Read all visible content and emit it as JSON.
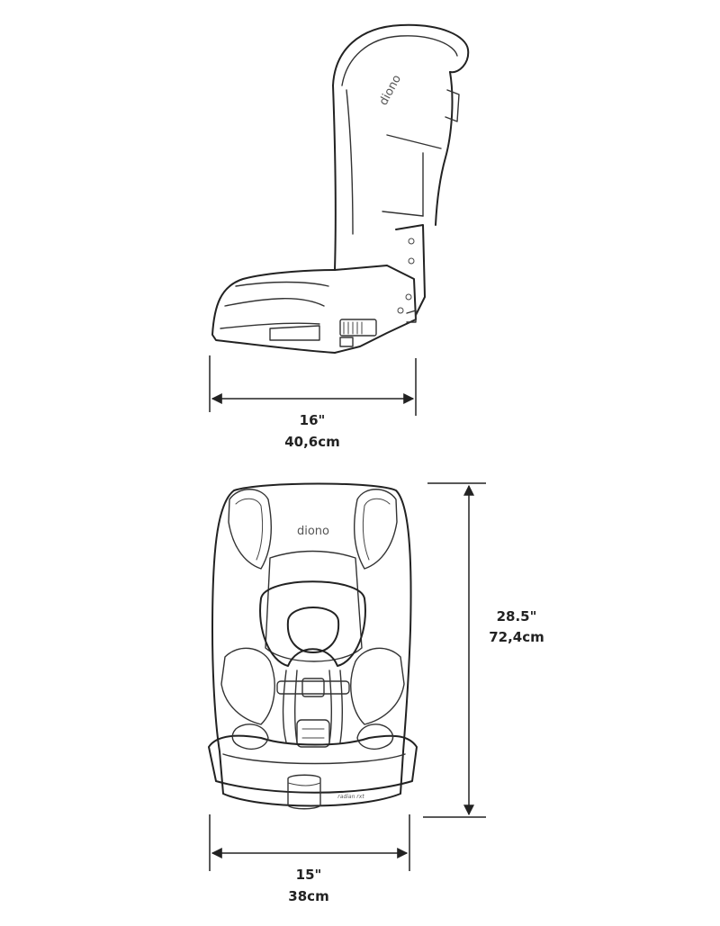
{
  "brand": {
    "logo_text": "diono",
    "model_badge": "radian rxt"
  },
  "colors": {
    "line": "#222222",
    "background": "#ffffff"
  },
  "side_view": {
    "depth_in": "16\"",
    "depth_cm": "40,6cm"
  },
  "front_view": {
    "height_in": "28.5\"",
    "height_cm": "72,4cm",
    "width_in": "15\"",
    "width_cm": "38cm"
  }
}
